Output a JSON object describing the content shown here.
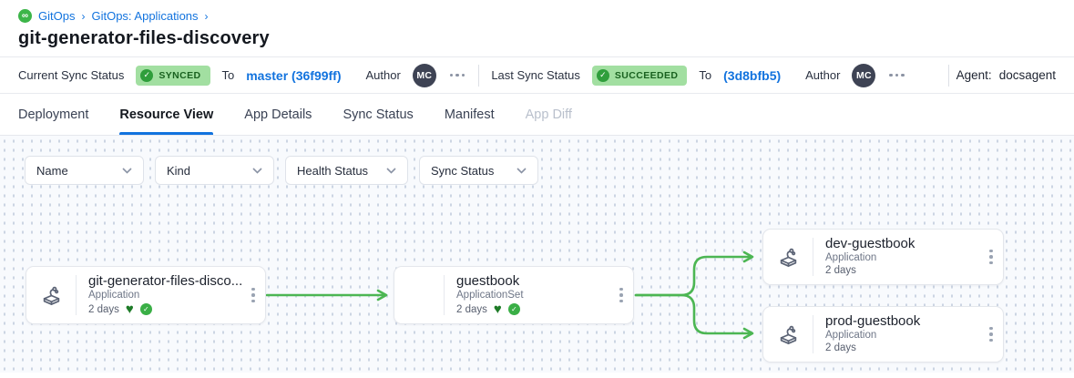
{
  "breadcrumb": {
    "logo": "gitops-logo-icon",
    "logo_glyph": "∞",
    "items": [
      {
        "label": "GitOps"
      },
      {
        "label": "GitOps: Applications"
      }
    ],
    "separator": "›"
  },
  "page_title": "git-generator-files-discovery",
  "status_bar": {
    "current": {
      "label": "Current Sync Status",
      "badge": "SYNCED",
      "badge_check": "✓",
      "to_label": "To",
      "revision": "master (36f99ff)",
      "author_label": "Author",
      "avatar_initials": "MC"
    },
    "last": {
      "label": "Last Sync Status",
      "badge": "SUCCEEDED",
      "badge_check": "✓",
      "to_label": "To",
      "revision": "(3d8bfb5)",
      "author_label": "Author",
      "avatar_initials": "MC"
    },
    "agent_label": "Agent:",
    "agent_value": "docsagent"
  },
  "tabs": [
    {
      "label": "Deployment",
      "state": "normal"
    },
    {
      "label": "Resource View",
      "state": "active"
    },
    {
      "label": "App Details",
      "state": "normal"
    },
    {
      "label": "Sync Status",
      "state": "normal"
    },
    {
      "label": "Manifest",
      "state": "normal"
    },
    {
      "label": "App Diff",
      "state": "disabled"
    }
  ],
  "filters": [
    {
      "label": "Name"
    },
    {
      "label": "Kind"
    },
    {
      "label": "Health Status"
    },
    {
      "label": "Sync Status"
    }
  ],
  "graph": {
    "nodes": [
      {
        "title": "git-generator-files-disco...",
        "kind": "Application",
        "age": "2 days",
        "has_icon": true,
        "healthy": true,
        "synced": true,
        "health_glyph": "♥",
        "sync_glyph": "✓"
      },
      {
        "title": "guestbook",
        "kind": "ApplicationSet",
        "age": "2 days",
        "has_icon": false,
        "healthy": true,
        "synced": true,
        "health_glyph": "♥",
        "sync_glyph": "✓"
      },
      {
        "title": "dev-guestbook",
        "kind": "Application",
        "age": "2 days",
        "has_icon": true,
        "healthy": false,
        "synced": false,
        "health_glyph": "♥",
        "sync_glyph": "✓"
      },
      {
        "title": "prod-guestbook",
        "kind": "Application",
        "age": "2 days",
        "has_icon": true,
        "healthy": false,
        "synced": false,
        "health_glyph": "♥",
        "sync_glyph": "✓"
      }
    ]
  },
  "colors": {
    "link_blue": "#1273de",
    "badge_bg": "#a2dfa1",
    "badge_text": "#19611f",
    "connector_green": "#4cb653",
    "graph_bg": "#f8fafd",
    "dot_color": "#ccd5e3",
    "avatar_bg": "#3e4354"
  }
}
